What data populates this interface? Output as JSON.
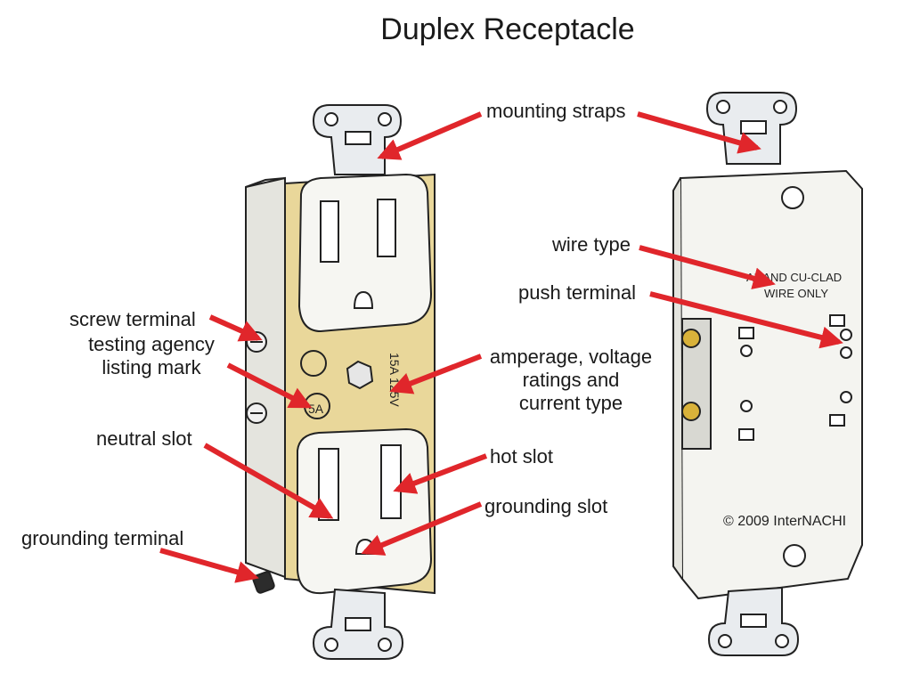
{
  "title": "Duplex Receptacle",
  "labels": {
    "mounting_straps": "mounting straps",
    "wire_type": "wire type",
    "push_terminal": "push terminal",
    "screw_terminal": "screw terminal",
    "testing_agency": [
      "testing agency",
      "listing mark"
    ],
    "amperage": [
      "amperage, voltage",
      "ratings and",
      "current type"
    ],
    "neutral_slot": "neutral slot",
    "hot_slot": "hot slot",
    "grounding_slot": "grounding slot",
    "grounding_terminal": "grounding terminal"
  },
  "device_markings": {
    "rating": "15A 125V",
    "listing_mark": "5A",
    "wire_note": [
      "AL AND CU-CLAD",
      "WIRE ONLY"
    ],
    "copyright": "© 2009 InterNACHI"
  },
  "colors": {
    "arrow": "#e0262b",
    "plate": "#e9d79a",
    "body": "#f4f4f0",
    "outline": "#222222",
    "brass": "#d9b23a"
  }
}
